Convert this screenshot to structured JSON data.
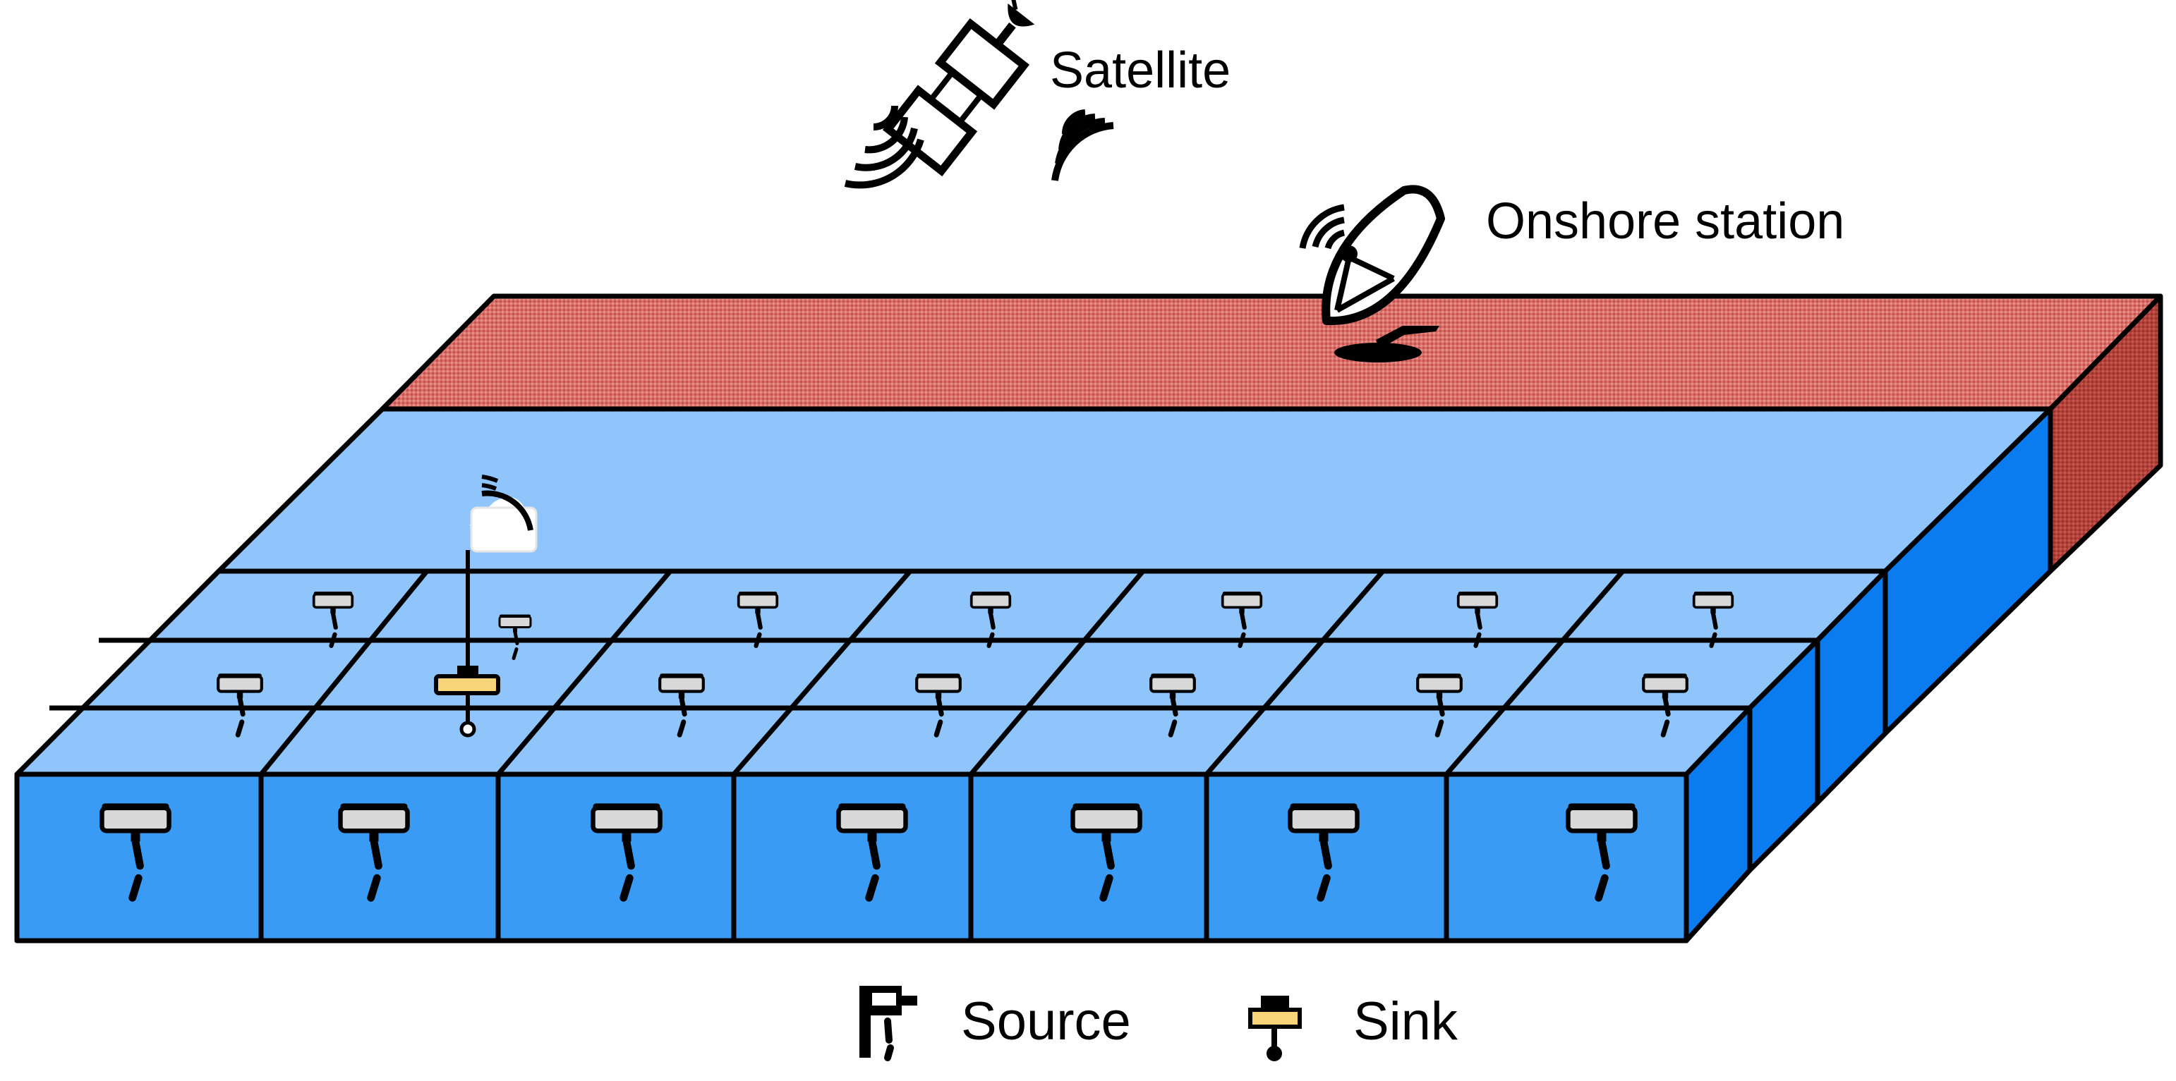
{
  "labels": {
    "satellite": "Satellite",
    "onshore_station": "Onshore station"
  },
  "legend": {
    "source": "Source",
    "sink": "Sink"
  },
  "colors": {
    "shore_top": "#d9706a",
    "shore_side": "#b5413b",
    "water_top": "#8fc5fb",
    "water_front": "#3a9bf5",
    "water_side": "#0a7cf0",
    "outline": "#000000",
    "sensor_body": "#d8d8d8",
    "sink_body": "#f7d478",
    "buoy_white": "#ffffff"
  },
  "icons": {
    "satellite": "satellite-icon",
    "ground_station": "satellite-dish-icon",
    "source": "source-sensor-icon",
    "sink": "sink-node-icon",
    "buoy": "surface-buoy-icon"
  },
  "grid": {
    "rows": 3,
    "columns": 7
  }
}
